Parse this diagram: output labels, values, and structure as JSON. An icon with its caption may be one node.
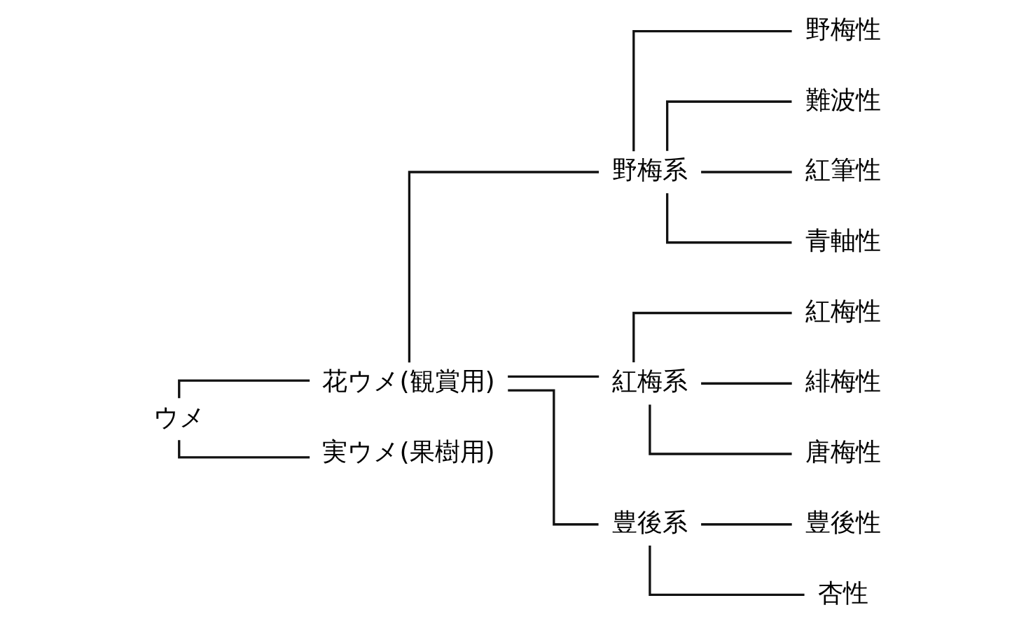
{
  "diagram": {
    "nodes": [
      {
        "text": [
          "ウメ"
        ]
      },
      {
        "text": [
          "花ウメ(観賞用)"
        ]
      },
      {
        "text": [
          "実ウメ(果樹用)"
        ]
      },
      {
        "text": [
          "野梅系"
        ]
      },
      {
        "text": [
          "紅梅系"
        ]
      },
      {
        "text": [
          "豊後系"
        ]
      },
      {
        "text": [
          "野梅性"
        ]
      },
      {
        "text": [
          "難波性"
        ]
      },
      {
        "text": [
          "紅筆性"
        ]
      },
      {
        "text": [
          "青軸性"
        ]
      },
      {
        "text": [
          "紅梅性"
        ]
      },
      {
        "text": [
          "緋梅性"
        ]
      },
      {
        "text": [
          "唐梅性"
        ]
      },
      {
        "text": [
          "豊後性"
        ]
      },
      {
        "text": [
          "杏性"
        ]
      }
    ],
    "edges": [
      {
        "from": 0,
        "to": 1,
        "arrow": "none"
      },
      {
        "from": 0,
        "to": 2,
        "arrow": "none"
      },
      {
        "from": 1,
        "to": 3,
        "arrow": "none"
      },
      {
        "from": 1,
        "to": 4,
        "arrow": "none"
      },
      {
        "from": 1,
        "to": 5,
        "arrow": "none"
      },
      {
        "from": 3,
        "to": 6,
        "arrow": "none"
      },
      {
        "from": 3,
        "to": 7,
        "arrow": "none"
      },
      {
        "from": 3,
        "to": 8,
        "arrow": "none"
      },
      {
        "from": 3,
        "to": 9,
        "arrow": "none"
      },
      {
        "from": 4,
        "to": 10,
        "arrow": "none"
      },
      {
        "from": 4,
        "to": 11,
        "arrow": "none"
      },
      {
        "from": 4,
        "to": 12,
        "arrow": "none"
      },
      {
        "from": 5,
        "to": 13,
        "arrow": "none"
      },
      {
        "from": 5,
        "to": 14,
        "arrow": "none"
      }
    ]
  }
}
